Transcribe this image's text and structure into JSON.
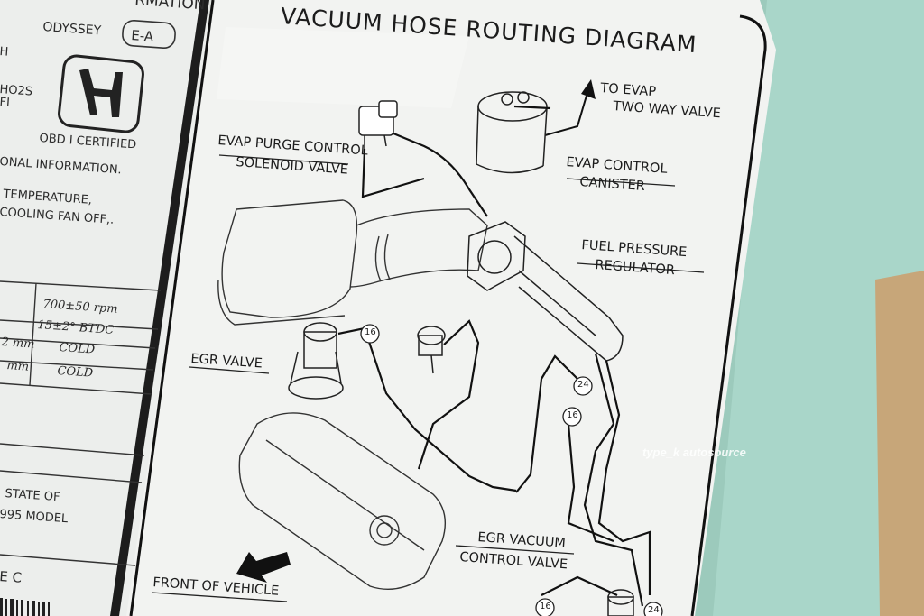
{
  "diagram": {
    "title": "VACUUM HOSE ROUTING DIAGRAM",
    "labels": {
      "to_evap_line1": "TO EVAP",
      "to_evap_line2": "TWO WAY VALVE",
      "evap_purge_line1": "EVAP PURGE CONTROL",
      "evap_purge_line2": "SOLENOID VALVE",
      "evap_canister_line1": "EVAP CONTROL",
      "evap_canister_line2": "CANISTER",
      "fuel_pressure_line1": "FUEL PRESSURE",
      "fuel_pressure_line2": "REGULATOR",
      "egr_valve": "EGR VALVE",
      "egr_vacuum_line1": "EGR VACUUM",
      "egr_vacuum_line2": "CONTROL VALVE",
      "front_of_vehicle": "FRONT OF VEHICLE"
    },
    "hose_numbers": [
      "16",
      "24",
      "16",
      "16",
      "24"
    ]
  },
  "left_label": {
    "header_fragment": "RMATION",
    "model": "ODYSSEY",
    "model_code": "E-A",
    "line_h": "H",
    "line_ho2s": "HO2S",
    "line_fi": "FI",
    "obd": "OBD I CERTIFIED",
    "info": "ONAL INFORMATION.",
    "temp_line1": "TEMPERATURE,",
    "temp_line2": "COOLING FAN OFF,.",
    "table": {
      "rows": [
        [
          "",
          "700±50 rpm"
        ],
        [
          "",
          "15±2°   BTDC"
        ],
        [
          "2 mm",
          "COLD"
        ],
        [
          "mm",
          "COLD"
        ]
      ]
    },
    "state_line1": "STATE OF",
    "state_line2": "995 MODEL",
    "code": "E C"
  },
  "watermark": "type_k autosource",
  "colors": {
    "sticker": "#f2f3f1",
    "ink": "#1c1c1c",
    "mint": "#a9d6c9",
    "wood": "#c7a679"
  }
}
